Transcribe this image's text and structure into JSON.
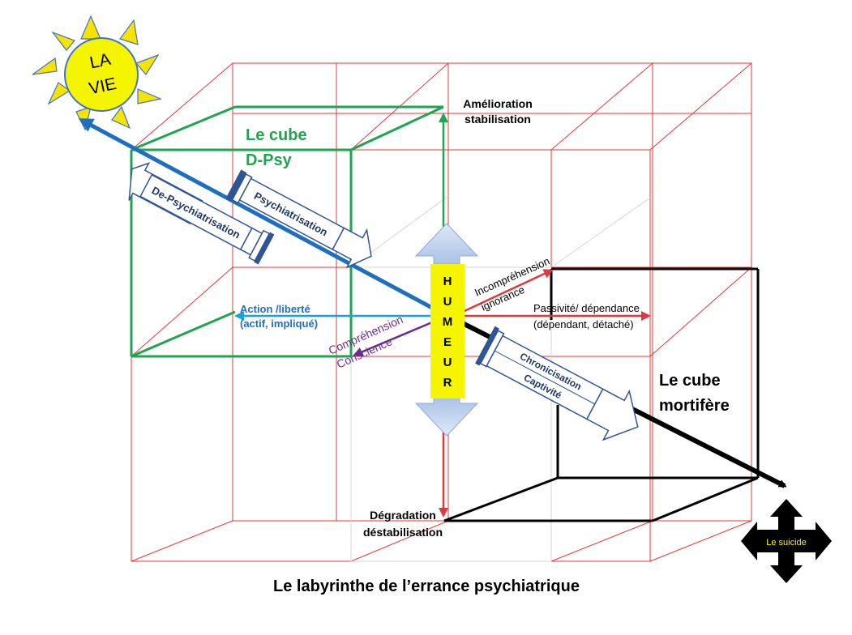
{
  "title": "Le labyrinthe de l’errance psychiatrique",
  "sun": {
    "line1": "LA",
    "line2": "VIE"
  },
  "cubes": {
    "dpsy": {
      "line1": "Le cube",
      "line2": "D-Psy"
    },
    "mortifere": {
      "line1": "Le cube",
      "line2": "mortifère"
    }
  },
  "axes": {
    "up": {
      "line1": "Amélioration",
      "line2": "stabilisation"
    },
    "down": {
      "line1": "Dégradation",
      "line2": "déstabilisation"
    },
    "left": {
      "line1": "Action /liberté",
      "line2": "(actif,  impliqué)"
    },
    "right": {
      "line1": "Passivité/ dépendance",
      "line2": "(dépendant, détaché)"
    },
    "diag_up": {
      "line1": "Incompréhension",
      "line2": "ignorance"
    },
    "diag_down": {
      "line1": "Compréhension",
      "line2": "Conscience"
    }
  },
  "humeur": [
    "H",
    "U",
    "M",
    "E",
    "U",
    "R"
  ],
  "syringes": {
    "depsy": "De-Psychiatrisation",
    "psy": "Psychiatrisation",
    "chron": "Chronicisation",
    "capt": "Captivité"
  },
  "suicide": "Le suicide",
  "colors": {
    "green": "#1fa44f",
    "red": "#e0393b",
    "blue": "#1f6fc0",
    "cyan": "#1aa3d9",
    "purple": "#6b2c91",
    "navy": "#1f3864",
    "yellow": "#f5f500",
    "sun_ray": "#f7e300"
  }
}
